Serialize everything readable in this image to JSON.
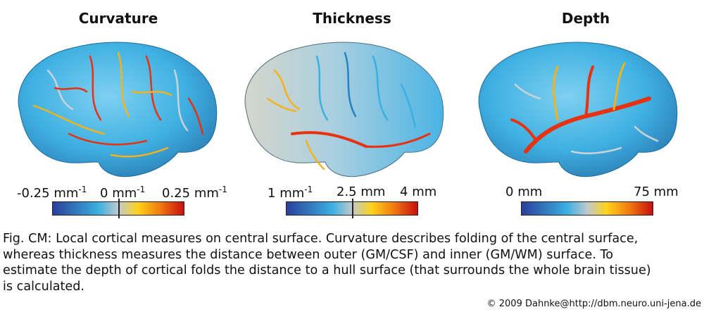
{
  "panels": [
    {
      "title": "Curvature",
      "scale": {
        "min": "-0.25",
        "min_unit": "mm",
        "min_exp": "-1",
        "mid": "0",
        "mid_unit": "mm",
        "mid_exp": "-1",
        "max": "0.25",
        "max_unit": "mm",
        "max_exp": "-1"
      },
      "gradient": [
        "#2a3f9a",
        "#3ab0e0",
        "#bfc9cf",
        "#ffd21a",
        "#f07a10",
        "#c80f0f"
      ]
    },
    {
      "title": "Thickness",
      "scale": {
        "min": "1",
        "min_unit": "mm",
        "min_exp": "-1",
        "mid": "2.5",
        "mid_unit": "mm",
        "mid_exp": "",
        "max": "4",
        "max_unit": "mm",
        "max_exp": ""
      },
      "gradient": [
        "#2a3f9a",
        "#3ab0e0",
        "#bfc9cf",
        "#ffd21a",
        "#f07a10",
        "#c80f0f"
      ]
    },
    {
      "title": "Depth",
      "scale": {
        "min": "0",
        "min_unit": "mm",
        "min_exp": "",
        "mid": "",
        "mid_unit": "",
        "mid_exp": "",
        "max": "75",
        "max_unit": "mm",
        "max_exp": ""
      },
      "gradient": [
        "#2a3f9a",
        "#3ab0e0",
        "#bfc9cf",
        "#ffd21a",
        "#f07a10",
        "#c80f0f"
      ]
    }
  ],
  "caption": {
    "line1": "Fig. CM: Local cortical measures on central surface. Curvature describes folding of the central surface,",
    "line2": "whereas thickness measures the distance between outer (GM/CSF) and inner (GM/WM) surface. To",
    "line3": "estimate the depth of cortical folds the distance to a hull surface (that surrounds the whole brain tissue)",
    "line4": "is calculated."
  },
  "credit": "© 2009 Dahnke@http://dbm.neuro.uni-jena.de",
  "colors": {
    "brain_base": "#45b6e6",
    "sulcus_gray": "#c9d3d8",
    "hot": "#e8310f",
    "warm": "#f5b21a"
  }
}
